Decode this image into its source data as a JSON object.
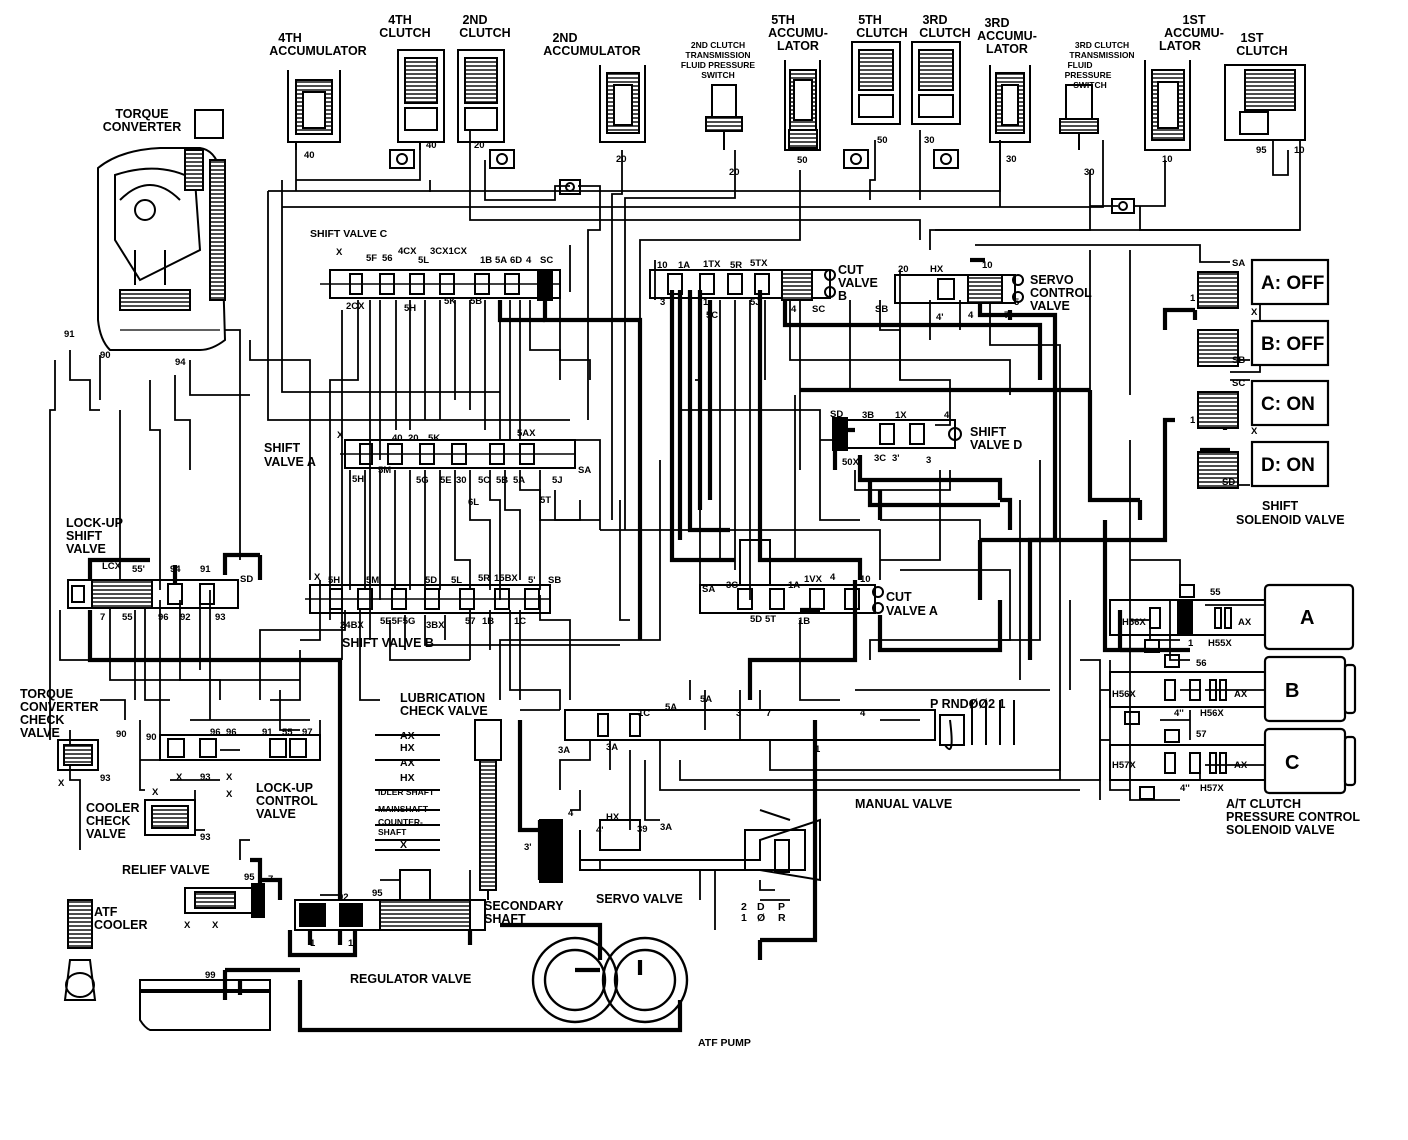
{
  "labels": {
    "torque_converter": [
      "TORQUE",
      "CONVERTER"
    ],
    "accum_4th": [
      "4TH",
      "ACCUMULATOR"
    ],
    "clutch_4th": [
      "4TH",
      "CLUTCH"
    ],
    "clutch_2nd": [
      "2ND",
      "CLUTCH"
    ],
    "accum_2nd": [
      "2ND",
      "ACCUMULATOR"
    ],
    "switch_2nd": [
      "2ND CLUTCH",
      "TRANSMISSION",
      "FLUID PRESSURE",
      "SWITCH"
    ],
    "accum_5th": [
      "5TH",
      "ACCUMU-",
      "LATOR"
    ],
    "clutch_5th": [
      "5TH",
      "CLUTCH"
    ],
    "clutch_3rd": [
      "3RD",
      "CLUTCH"
    ],
    "accum_3rd": [
      "3RD",
      "ACCUMU-",
      "LATOR"
    ],
    "switch_3rd": [
      "3RD CLUTCH",
      "TRANSMISSION",
      "FLUID",
      "PRESSURE",
      "SWITCH"
    ],
    "accum_1st": [
      "1ST",
      "ACCUMU-",
      "LATOR"
    ],
    "clutch_1st": [
      "1ST",
      "CLUTCH"
    ],
    "shift_valve_c": "SHIFT VALVE C",
    "cut_valve_b": [
      "CUT",
      "VALVE",
      "B"
    ],
    "servo_control_valve": [
      "SERVO",
      "CONTROL",
      "VALVE"
    ],
    "shift_valve_a": [
      "SHIFT",
      "VALVE A"
    ],
    "shift_valve_d": [
      "SHIFT",
      "VALVE D"
    ],
    "shift_solenoid_valve": [
      "SHIFT",
      "SOLENOID VALVE"
    ],
    "lockup_shift_valve": [
      "LOCK-UP",
      "SHIFT",
      "VALVE"
    ],
    "shift_valve_b": "SHIFT VALVE B",
    "cut_valve_a": [
      "CUT",
      "VALVE A"
    ],
    "tc_check_valve": [
      "TORQUE",
      "CONVERTER",
      "CHECK",
      "VALVE"
    ],
    "cooler_check_valve": [
      "COOLER",
      "CHECK",
      "VALVE"
    ],
    "lockup_control_valve": [
      "LOCK-UP",
      "CONTROL",
      "VALVE"
    ],
    "lubrication_check_valve": [
      "LUBRICATION",
      "CHECK VALVE"
    ],
    "manual_valve": "MANUAL VALVE",
    "atc_pressure_solenoid": [
      "A/T CLUTCH",
      "PRESSURE CONTROL",
      "SOLENOID VALVE"
    ],
    "relief_valve": "RELIEF VALVE",
    "secondary_shaft": [
      "SECONDARY",
      "SHAFT"
    ],
    "servo_valve": "SERVO VALVE",
    "atf_cooler": [
      "ATF",
      "COOLER"
    ],
    "regulator_valve": "REGULATOR VALVE",
    "atf_pump": "ATF PUMP"
  },
  "solenoids": [
    {
      "id": "A",
      "state": "A: OFF"
    },
    {
      "id": "B",
      "state": "B: OFF"
    },
    {
      "id": "C",
      "state": "C: ON"
    },
    {
      "id": "D",
      "state": "D: ON"
    }
  ],
  "pressure_solenoids": [
    "A",
    "B",
    "C"
  ],
  "lube_ports": [
    "AX",
    "HX",
    "AX",
    "HX",
    "IDLER SHAFT",
    "MAINSHAFT",
    "COUNTER-",
    "SHAFT",
    "X"
  ],
  "manual_positions": "P  RNDØØ2 1",
  "servo_positions": [
    "2",
    "1",
    "D",
    "Ø",
    "P",
    "R"
  ],
  "ports": {
    "tc_91": "91",
    "tc_90": "90",
    "tc_94": "94",
    "a4_40": "40",
    "c4_40": "40",
    "c2_20": "20",
    "a2_20": "20",
    "sw2_20": "20",
    "a5_50": "50",
    "c5_50": "50",
    "c3_30": "30",
    "a3_30": "30",
    "sw3_30": "30",
    "a1_10": "10",
    "c1_95": "95",
    "c1_10": "10",
    "svc_x": "X",
    "svc_5f": "5F",
    "svc_56": "56",
    "svc_4cx": "4CX",
    "svc_5l": "5L",
    "svc_3cx": "3CX1CX",
    "svc_1b": "1B",
    "svc_5a": "5A",
    "svc_6d": "6D",
    "svc_4": "4",
    "svc_sc": "SC",
    "svc_2cx": "2CX",
    "svc_5h": "5H",
    "svc_5k": "5K",
    "svc_5b": "5B",
    "cb_10": "10",
    "cb_1a": "1A",
    "cb_1tx": "1TX",
    "cb_5r": "5R",
    "cb_5tx": "5TX",
    "cb_3": "3",
    "cb_1": "1",
    "cb_5c": "5C",
    "cb_5j": "5J",
    "cb_4": "4",
    "cb_sc": "SC",
    "sv_20": "20",
    "sv_hx": "HX",
    "sv_10": "10",
    "sv_sb": "SB",
    "sv_4p": "4'",
    "sv_4": "4",
    "sv_7": "7",
    "sv_5": "5",
    "sa_x": "X",
    "sa_5k": "5K",
    "sa_40": "40",
    "sa_20": "20",
    "sa_5ax": "5AX",
    "sa_5h": "5H",
    "sa_5m": "5M",
    "sa_5g": "5G",
    "sa_5e": "5E",
    "sa_30": "30",
    "sa_5c": "5C",
    "sa_5b": "5B",
    "sa_5a": "5A",
    "sa_5j": "5J",
    "sa_sa": "SA",
    "sa_6l": "6L",
    "sa_5t": "5T",
    "sd_sd": "SD",
    "sd_3b": "3B",
    "sd_1x": "1X",
    "sd_4": "4",
    "sd_50x": "50X",
    "sd_3c": "3C",
    "sd_3p": "3'",
    "sd_3": "3",
    "sol_sa": "SA",
    "sol_1": "1",
    "sol_x1": "X",
    "sol_sb": "SB",
    "sol_sc": "SC",
    "sol_1b": "1",
    "sol_x2": "X",
    "sol_sd": "SD",
    "lu_lcx": "LCX",
    "lu_55p": "55'",
    "lu_94": "94",
    "lu_91": "91",
    "lu_sd": "SD",
    "lu_7": "7",
    "lu_55": "55",
    "lu_96": "96",
    "lu_92": "92",
    "lu_93": "93",
    "sb_x": "X",
    "sb_5h": "5H",
    "sb_5m": "5M",
    "sb_5d": "5D",
    "sb_5l": "5L",
    "sb_5r": "5R",
    "sb_15bx": "15BX",
    "sb_5p": "5'",
    "sb_sb": "SB",
    "sb_24bx": "24BX",
    "sb_5e5f5g": "5E5F5G",
    "sb_3bx": "3BX",
    "sb_57": "57",
    "sb_1b": "1B",
    "sb_1c": "1C",
    "ca_sa": "SA",
    "ca_3c": "3C",
    "ca_1a": "1A",
    "ca_1vx": "1VX",
    "ca_4": "4",
    "ca_10": "10",
    "ca_5d": "5D",
    "ca_5t": "5T",
    "ca_1b": "1B",
    "pa_55": "55",
    "pa_h55x_l": "H56X",
    "pa_h55x": "H55X",
    "pa_ax": "AX",
    "pa_1": "1",
    "pb_56": "56",
    "pb_h56x_l": "H56X",
    "pb_h56x": "H56X",
    "pb_ax": "AX",
    "pb_4pp": "4''",
    "pc_57": "57",
    "pc_h57x_l": "H57X",
    "pc_h57x": "H57X",
    "pc_ax": "AX",
    "pc_4pp": "4''",
    "tcv_x": "X",
    "tcv_90": "90",
    "tcv_93": "93",
    "lc_90": "90",
    "lc_96": "96",
    "lc_96b": "96",
    "lc_91": "91",
    "lc_55": "55",
    "lc_97": "97",
    "lc_x1": "X",
    "lc_93": "93",
    "lc_x2": "X",
    "lc_x3": "X",
    "cc_x": "X",
    "cc_93": "93",
    "mv_5a": "5A",
    "mv_5ab": "5A",
    "mv_3": "3",
    "mv_7": "7",
    "mv_4": "4",
    "mv_1c": "1C",
    "mv_3a": "3A",
    "mv_3ab": "3A",
    "mv_1": "1",
    "srv_4": "4",
    "srv_4p": "4'",
    "srv_hx": "HX",
    "srv_39": "39",
    "srv_3a": "3A",
    "srv_3p": "3'",
    "rv_95": "95",
    "rv_7": "7",
    "rv_x1": "X",
    "rv_x2": "X",
    "reg_92": "92",
    "reg_95": "95",
    "reg_1": "1",
    "reg_1b": "1",
    "cool_99": "99"
  },
  "colors": {
    "line": "#000000",
    "background": "#ffffff"
  }
}
